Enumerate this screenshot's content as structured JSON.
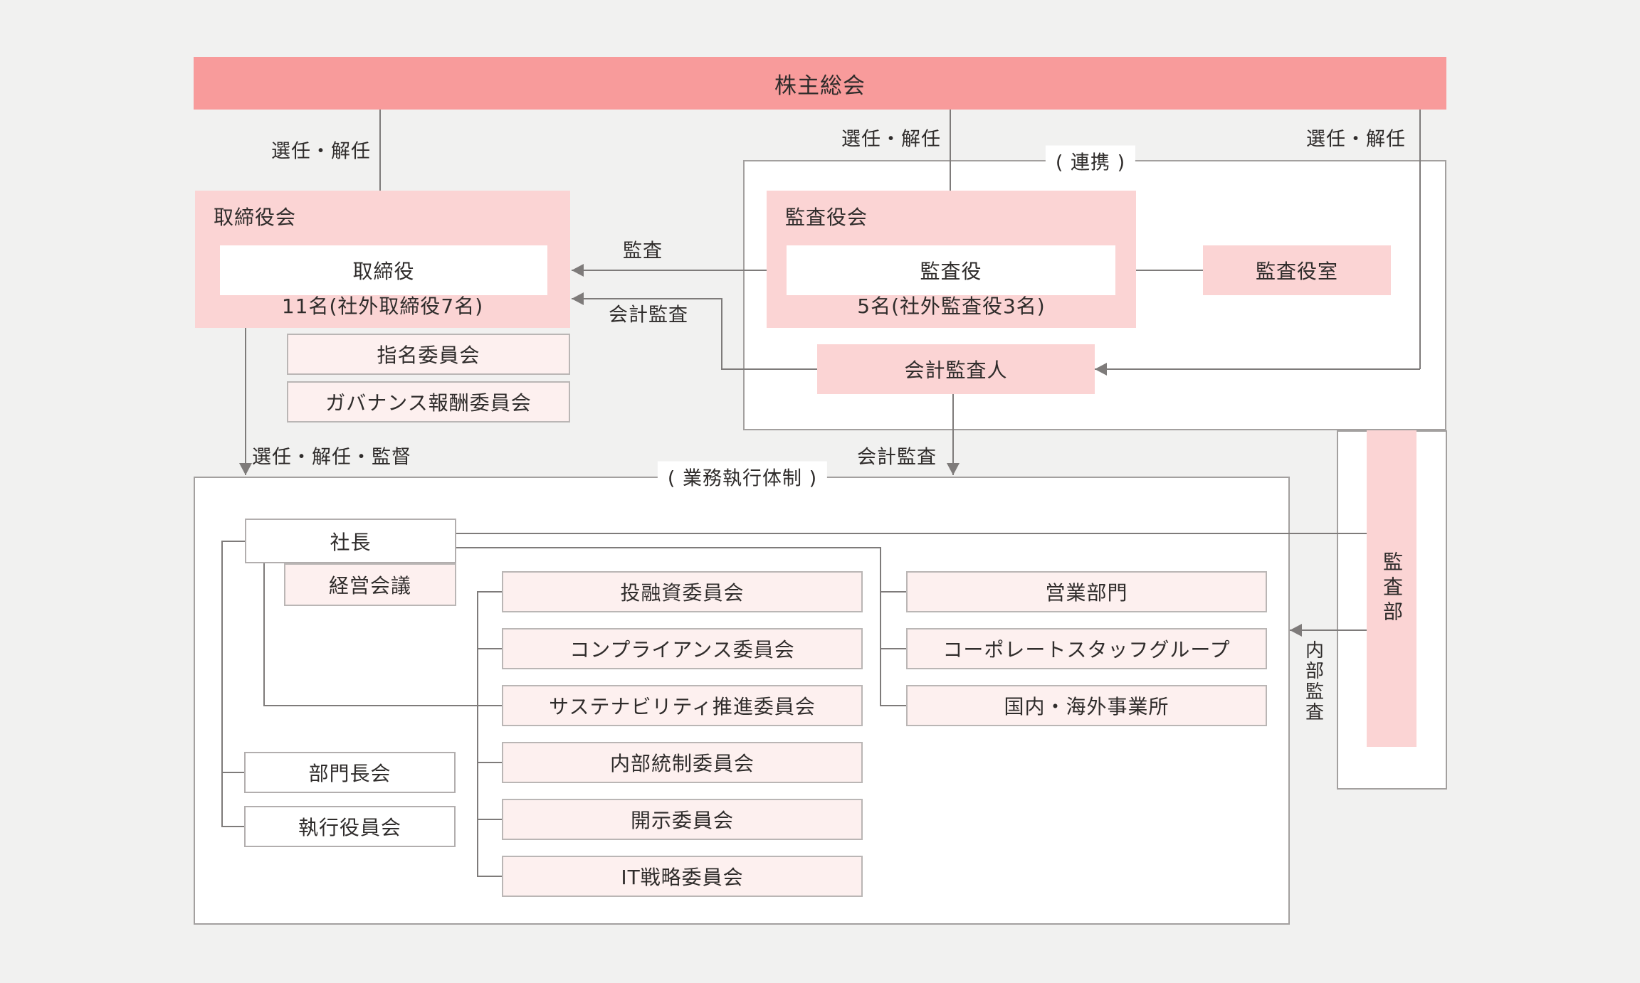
{
  "diagram": {
    "shareholders_meeting": "株主総会",
    "board": {
      "title": "取締役会",
      "member": "取締役",
      "note": "11名(社外取締役7名)"
    },
    "board_committees": [
      "指名委員会",
      "ガバナンス報酬委員会"
    ],
    "audit_board": {
      "title": "監査役会",
      "member": "監査役",
      "note": "5名(社外監査役3名)"
    },
    "audit_office": "監査役室",
    "accounting_auditor": "会計監査人",
    "president": "社長",
    "management_meeting": "経営会議",
    "committees": [
      "投融資委員会",
      "コンプライアンス委員会",
      "サステナビリティ推進委員会",
      "内部統制委員会",
      "開示委員会",
      "IT戦略委員会"
    ],
    "divisions": [
      "営業部門",
      "コーポレートスタッフグループ",
      "国内・海外事業所"
    ],
    "division_head_meeting": "部門長会",
    "executive_officers_meeting": "執行役員会",
    "audit_department": "監査部",
    "labels": {
      "appoint_dismiss_left": "選任・解任",
      "appoint_dismiss_middle": "選任・解任",
      "appoint_dismiss_right": "選任・解任",
      "audit": "監査",
      "accounting_audit_top": "会計監査",
      "accounting_audit_bottom": "会計監査",
      "cooperation": "( 連携 )",
      "appoint_dismiss_supervise": "選任・解任・監督",
      "business_execution": "( 業務執行体制 )",
      "internal_audit": "内部監査"
    },
    "colors": {
      "banner": "#f89b9b",
      "pink_box": "#fbd4d4",
      "pale_pink_box": "#fdf0ef",
      "background": "#f1f1f0",
      "line": "#7e7b7a",
      "border": "#b2aeae"
    }
  }
}
